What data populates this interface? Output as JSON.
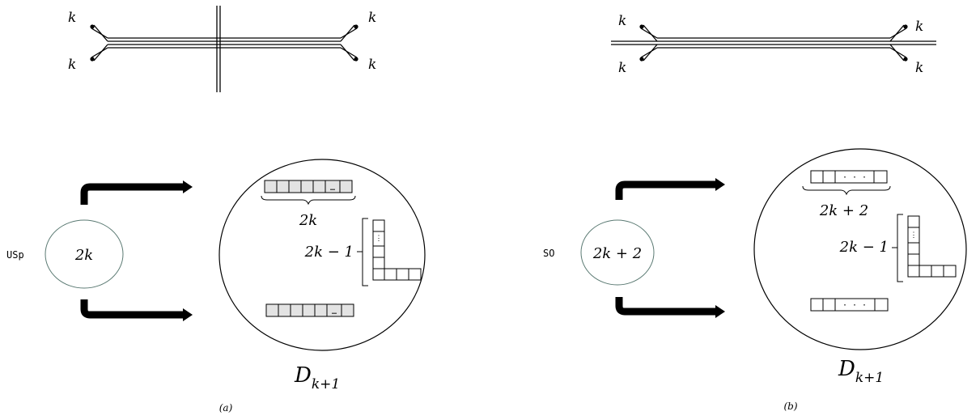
{
  "colors": {
    "line": "#000000",
    "small_circle": "#5b7a73",
    "box_fill_a": "#e3e3e3",
    "box_fill_b": "#ffffff"
  },
  "panel_a": {
    "brane_labels": [
      "k",
      "k",
      "k",
      "k"
    ],
    "group_label": "USp",
    "circle_label": "2k",
    "row_top_box_count": 6,
    "row_top_dots": "…",
    "row_top_brace_label": "2k",
    "column_label": "2k − 1",
    "row_bottom_dots": "…",
    "region_label": "D",
    "region_subscript": "k+1",
    "caption": "(a)"
  },
  "panel_b": {
    "brane_labels": [
      "k",
      "k",
      "k",
      "k"
    ],
    "group_label": "SO",
    "circle_label": "2k + 2",
    "row_top_dots": "· · ·",
    "row_top_brace_label": "2k + 2",
    "column_label": "2k − 1",
    "row_bottom_dots": "· · ·",
    "region_label": "D",
    "region_subscript": "k+1",
    "caption": "(b)"
  }
}
